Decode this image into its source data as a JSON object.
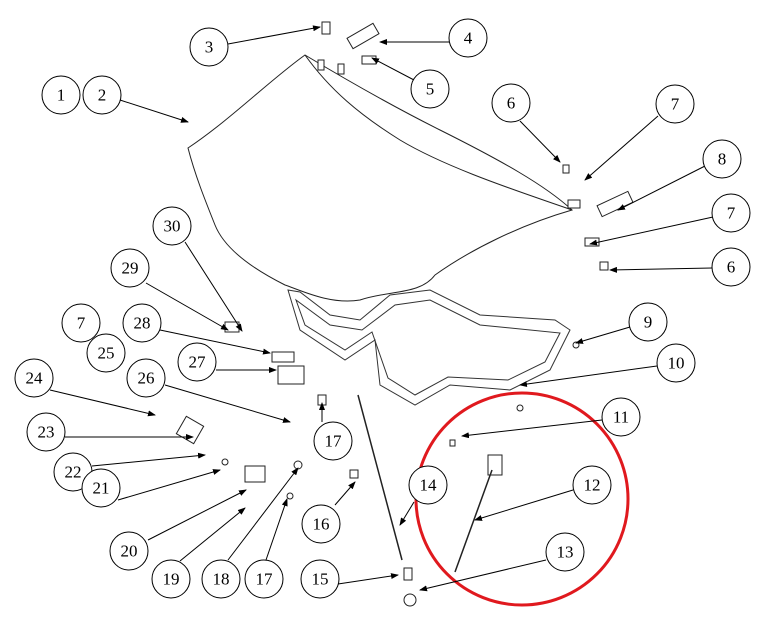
{
  "diagram": {
    "type": "exploded parts diagram",
    "callouts": [
      "1",
      "2",
      "3",
      "4",
      "5",
      "6",
      "7",
      "8",
      "7",
      "6",
      "30",
      "29",
      "9",
      "7",
      "28",
      "25",
      "27",
      "26",
      "10",
      "24",
      "11",
      "23",
      "17",
      "22",
      "14",
      "12",
      "21",
      "16",
      "20",
      "13",
      "19",
      "18",
      "17",
      "15"
    ],
    "highlight_color": "#e0191e",
    "line_color": "#000000"
  }
}
